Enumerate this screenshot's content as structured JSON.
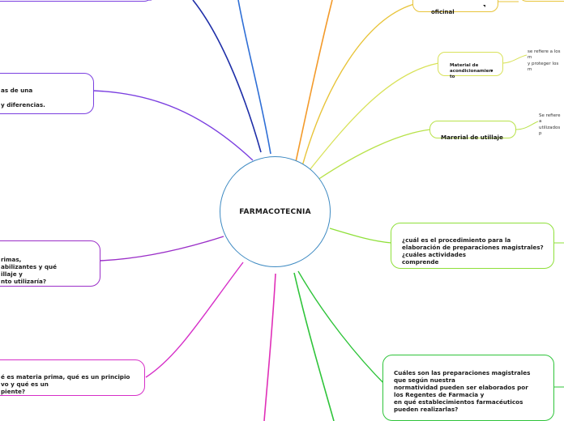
{
  "center": {
    "label": "FARMACOTECNIA"
  },
  "nodes": {
    "oficinal": "oficinal",
    "material_acondicionamiento": "Material de\nacondicionamien\nto",
    "material_utillaje": "Marerial de utillaje",
    "procedimiento": "¿cuál es el procedimiento para la\nelaboración de preparaciones magistrales?\n¿cuáles actividades\ncomprende",
    "preparaciones": "Cuáles son las preparaciones magistrales\nque según nuestra\nnormatividad pueden ser elaborados por\nlos Regentes de Farmacia y\nen qué establecimientos farmacéuticos\npueden realizarlas?",
    "diferencias": "as de una\n\ny diferencias.",
    "primas": "rimas,\nabilizantes y qué\nillaje y\nnto utilizaría?",
    "materia_prima": "é es materia prima, qué es un principio\nvo y qué es un\npiente?"
  },
  "notes": {
    "acondicionamiento": "se refiere a los m\ny proteger los m",
    "utillaje": "Se refiere a\nutilizados p"
  },
  "colors": {
    "center_border": "#3e8ac2",
    "oficinal": "#e8c43a",
    "acondicionamiento": "#d9e25a",
    "utillaje": "#b8e24a",
    "procedimiento": "#8fe03a",
    "preparaciones": "#2fc43a",
    "diferencias": "#7b3fe0",
    "primas": "#9b2fc8",
    "materia_prima": "#d62fc8",
    "navy": "#1f2fa8",
    "blue": "#2f6fd6",
    "orange": "#f39a2a",
    "magenta": "#e02fb8"
  }
}
